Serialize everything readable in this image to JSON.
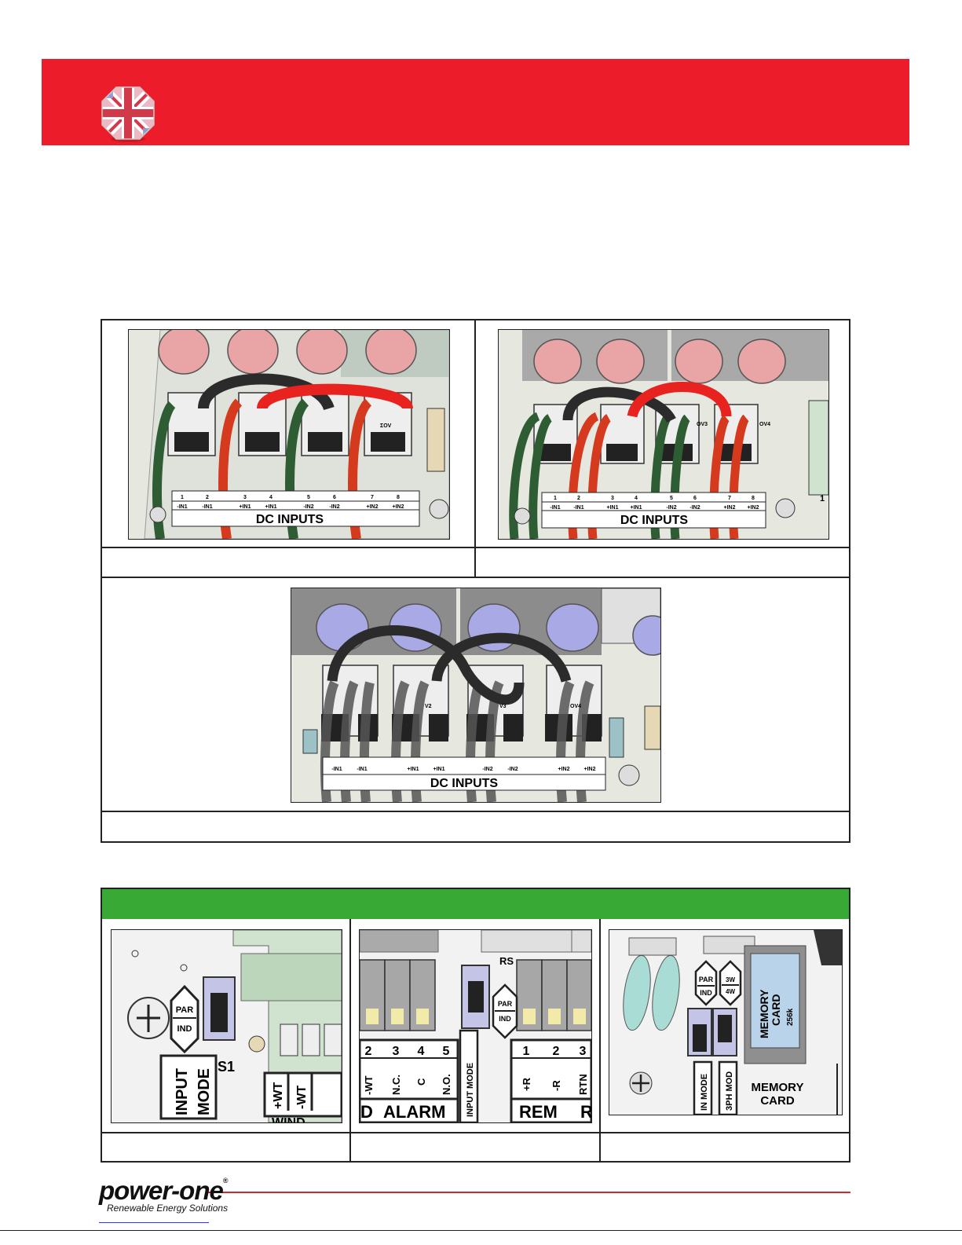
{
  "figure_a": {
    "terminal_numbers": [
      "1",
      "2",
      "3",
      "4",
      "5",
      "6",
      "7",
      "8"
    ],
    "terminal_labels": [
      "-IN1",
      "-IN1",
      "+IN1",
      "+IN1",
      "-IN2",
      "-IN2",
      "+IN2",
      "+IN2"
    ],
    "title": "DC INPUTS",
    "board_mark": "ΣOV"
  },
  "figure_b": {
    "terminal_numbers": [
      "1",
      "2",
      "3",
      "4",
      "5",
      "6",
      "7",
      "8"
    ],
    "terminal_labels": [
      "-IN1",
      "-IN1",
      "+IN1",
      "+IN1",
      "-IN2",
      "-IN2",
      "+IN2",
      "+IN2"
    ],
    "title": "DC INPUTS",
    "board_marks": [
      "OV3",
      "OV4"
    ],
    "edge_number": "1"
  },
  "figure_c": {
    "terminal_labels": [
      "-IN1",
      "-IN1",
      "+IN1",
      "+IN1",
      "-IN2",
      "-IN2",
      "+IN2",
      "+IN2"
    ],
    "title": "DC INPUTS",
    "board_marks": [
      "V2",
      "V3",
      "OV4"
    ]
  },
  "figure_d": {
    "switch_top": "PAR",
    "switch_bottom": "IND",
    "input_mode_1": "INPUT",
    "input_mode_2": "MODE",
    "switch_id": "S1",
    "terms": [
      "+WT",
      "-WT"
    ],
    "partial_label": "WIND"
  },
  "figure_e": {
    "mark_rs": "RS",
    "switch_top": "PAR",
    "switch_bottom": "IND",
    "numbers": [
      "2",
      "3",
      "4",
      "5"
    ],
    "labels": [
      "-WT",
      "N.C.",
      "C",
      "N.O."
    ],
    "input_mode": "INPUT MODE",
    "alarm_prefix": "D",
    "alarm": "ALARM",
    "rem_numbers": [
      "1",
      "2",
      "3"
    ],
    "rem_labels": [
      "+R",
      "-R",
      "RTN"
    ],
    "rem": "REM",
    "rem_suffix": "R"
  },
  "figure_f": {
    "switch1_top": "PAR",
    "switch1_bottom": "IND",
    "switch2_top": "3W",
    "switch2_bottom": "4W",
    "memory_1": "MEMORY",
    "memory_2": "CARD",
    "memory_size": "256k",
    "in_mode": "IN MODE",
    "ph_mode": "3PH MOD",
    "caption_1": "MEMORY",
    "caption_2": "CARD"
  },
  "footer": {
    "brand": "power-one",
    "registered": "®",
    "tagline": "Renewable Energy Solutions"
  },
  "colors": {
    "header_red": "#ec1c2a",
    "section_green": "#39a935",
    "wire_red": "#e8221e",
    "wire_green": "#2e5d34",
    "wire_black": "#2b2b2b",
    "cap_pink": "#e9a5a5",
    "cap_blue": "#a9a9e6"
  }
}
